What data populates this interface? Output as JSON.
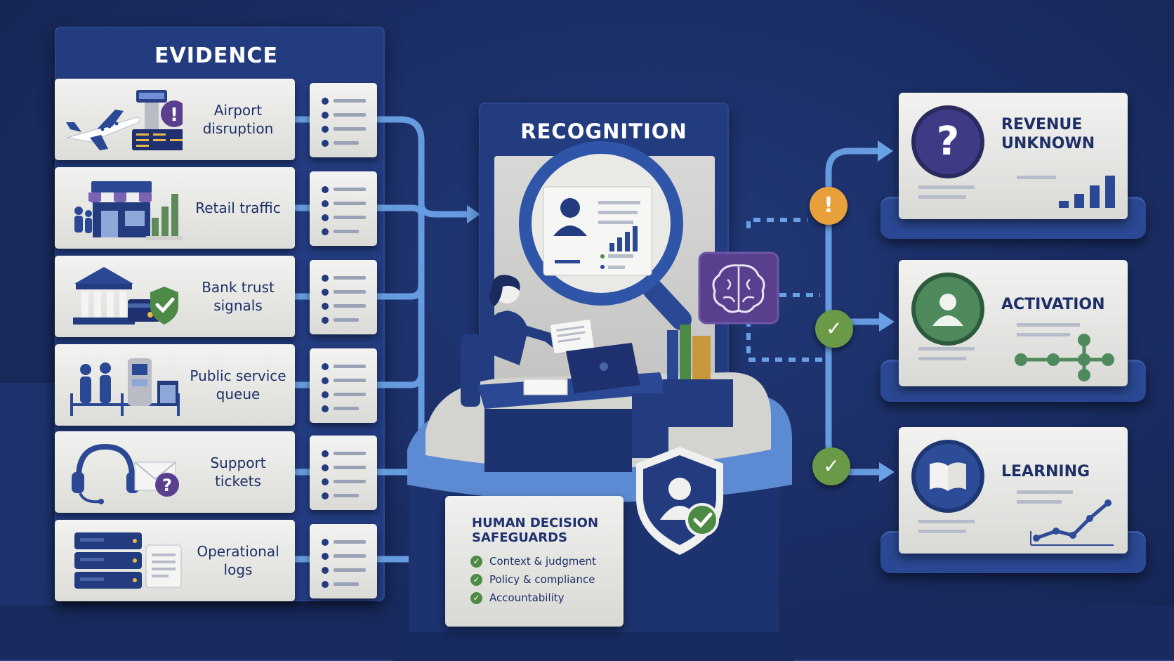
{
  "evidence": {
    "title": "EVIDENCE",
    "items": [
      {
        "label": "Airport disruption",
        "icon": "airport-icon"
      },
      {
        "label": "Retail traffic",
        "icon": "store-icon"
      },
      {
        "label": "Bank trust signals",
        "icon": "bank-icon"
      },
      {
        "label": "Public service queue",
        "icon": "queue-icon"
      },
      {
        "label": "Support tickets",
        "icon": "headset-icon"
      },
      {
        "label": "Operational logs",
        "icon": "server-icon"
      }
    ]
  },
  "recognition": {
    "title": "RECOGNITION",
    "icons": [
      "magnifier-icon",
      "profile-card-icon",
      "brain-icon",
      "analyst-at-desk-icon",
      "shield-person-icon"
    ]
  },
  "safeguards": {
    "title": "HUMAN DECISION SAFEGUARDS",
    "items": [
      "Context & judgment",
      "Policy & compliance",
      "Accountability"
    ]
  },
  "outcomes": [
    {
      "title": "REVENUE UNKNOWN",
      "icon": "question-icon",
      "color": "#3e3a86",
      "status": "warning"
    },
    {
      "title": "ACTIVATION",
      "icon": "person-icon",
      "color": "#4e8a5c",
      "status": "check"
    },
    {
      "title": "LEARNING",
      "icon": "book-icon",
      "color": "#2c4c98",
      "status": "check"
    }
  ],
  "colors": {
    "background": "#1a2d63",
    "panel": "#233c80",
    "connector": "#6aa1e6",
    "warning": "#e8a13a",
    "check": "#6a9a48"
  }
}
